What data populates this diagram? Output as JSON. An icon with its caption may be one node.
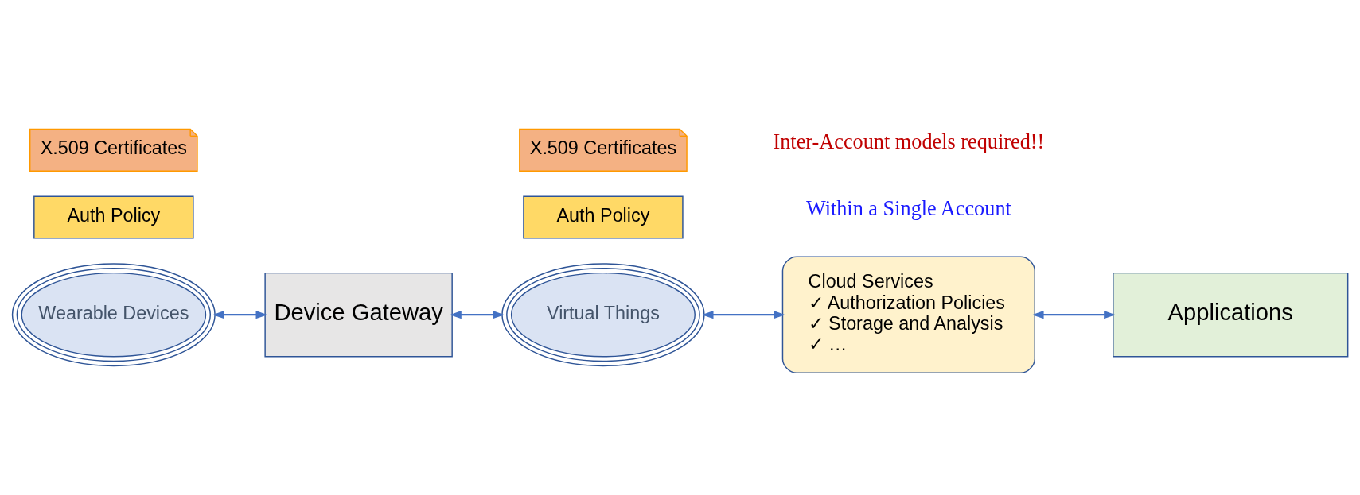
{
  "diagram": {
    "nodes": [
      {
        "text": [
          "Wearable Devices"
        ]
      },
      {
        "text": [
          "Device Gateway"
        ]
      },
      {
        "text": [
          "Virtual Things"
        ]
      },
      {
        "text": [
          "Cloud Services",
          "✓ Authorization Policies",
          "✓ Storage and Analysis",
          "✓ …"
        ]
      },
      {
        "text": [
          "Applications"
        ]
      },
      {
        "text": [
          "X.509 Certificates"
        ]
      },
      {
        "text": [
          "Auth Policy"
        ]
      },
      {
        "text": [
          "X.509 Certificates"
        ]
      },
      {
        "text": [
          "Auth Policy"
        ]
      }
    ],
    "edges": [
      {
        "from": 0,
        "to": 1,
        "arrow": "both"
      },
      {
        "from": 1,
        "to": 2,
        "arrow": "both"
      },
      {
        "from": 2,
        "to": 3,
        "arrow": "both"
      },
      {
        "from": 3,
        "to": 4,
        "arrow": "both"
      }
    ],
    "labels": [
      "Within a Single Account",
      "Inter-Account models required!!"
    ]
  }
}
